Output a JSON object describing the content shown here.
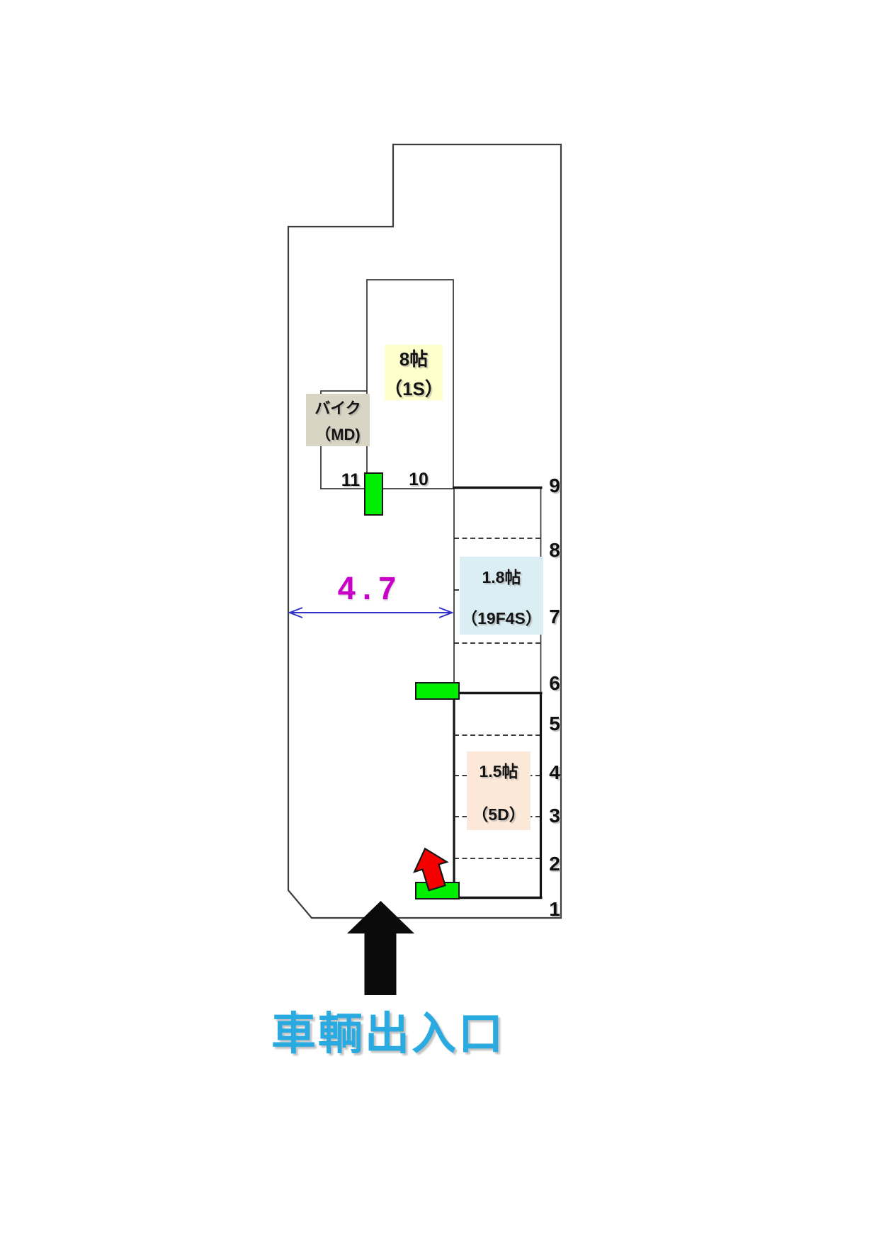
{
  "units": {
    "unit_8jo": {
      "size": "8帖",
      "code": "（1S）"
    },
    "bike": {
      "size": "バイク",
      "code": "（MD)"
    },
    "unit_18jo": {
      "size": "1.8帖",
      "code": "（19F4S）"
    },
    "unit_15jo": {
      "size": "1.5帖",
      "code": "（5D）"
    }
  },
  "stalls": {
    "top_row": [
      "11",
      "10"
    ],
    "right_column": [
      "9",
      "8",
      "7",
      "6",
      "5",
      "4",
      "3",
      "2",
      "1"
    ]
  },
  "dimension": {
    "value": "4.7"
  },
  "entrance": {
    "label": "車輌出入口"
  },
  "colors": {
    "box_yellow": "#FFFFCC",
    "box_tan": "#D9D5C5",
    "box_light_blue": "#DAEEF3",
    "box_peach": "#FCE8D8",
    "marker_green": "#00EE00",
    "arrow_red": "#F40000",
    "entrance_arrow_black": "#0B0B0B",
    "dimension_text_magenta": "#C800C8",
    "dimension_arrow_blue": "#3232C8",
    "entrance_text_blue": "#29ABE2",
    "line_dark": "#3D3D3D"
  }
}
